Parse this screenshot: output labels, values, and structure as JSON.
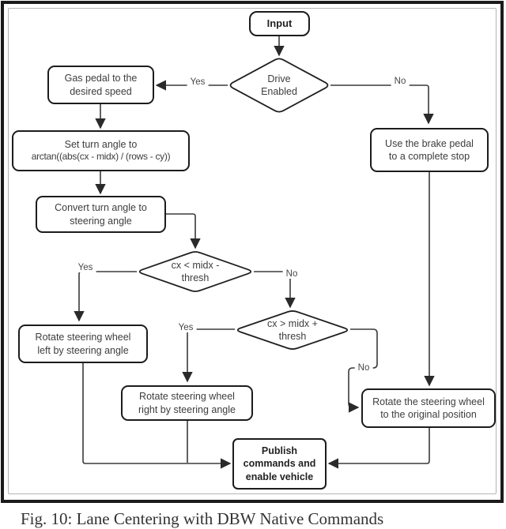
{
  "figure": {
    "caption": "Fig. 10: Lane Centering with DBW Native Commands"
  },
  "flowchart": {
    "nodes": {
      "input": {
        "lines": [
          "Input"
        ]
      },
      "drive_enabled": {
        "lines": [
          "Drive",
          "Enabled"
        ]
      },
      "gas_pedal": {
        "lines": [
          "Gas pedal to the",
          "desired speed"
        ]
      },
      "set_turn_angle": {
        "lines": [
          "Set turn angle to",
          "arctan((abs(cx - midx) / (rows - cy))"
        ]
      },
      "convert_angle": {
        "lines": [
          "Convert turn angle to",
          "steering angle"
        ]
      },
      "cx_less_thresh": {
        "lines": [
          "cx < midx -",
          "thresh"
        ]
      },
      "cx_greater_thresh": {
        "lines": [
          "cx > midx +",
          "thresh"
        ]
      },
      "rotate_left": {
        "lines": [
          "Rotate steering wheel",
          "left by steering angle"
        ]
      },
      "rotate_right": {
        "lines": [
          "Rotate steering wheel",
          "right by steering angle"
        ]
      },
      "brake": {
        "lines": [
          "Use the brake pedal",
          "to a complete stop"
        ]
      },
      "rotate_original": {
        "lines": [
          "Rotate the steering wheel",
          "to the original position"
        ]
      },
      "publish": {
        "lines": [
          "Publish",
          "commands and",
          "enable vehicle"
        ]
      }
    },
    "edge_labels": {
      "drive_yes": "Yes",
      "drive_no": "No",
      "left_yes": "Yes",
      "left_no": "No",
      "right_yes": "Yes",
      "right_no": "No"
    },
    "colors": {
      "node_border": "#1c1c1c",
      "line": "#3a3a3a",
      "arrow": "#2a2a2a",
      "text": "#3d3d3d",
      "outer_frame": "#1b1b1b",
      "inner_frame": "#b5b5b5",
      "background": "#ffffff"
    }
  }
}
